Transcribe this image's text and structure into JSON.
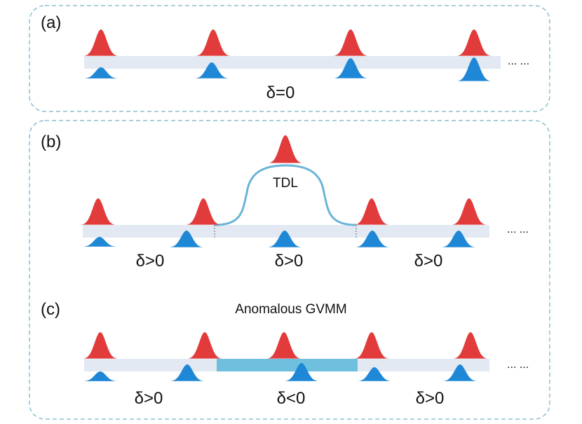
{
  "colors": {
    "red_pulse": "#e23b3b",
    "blue_pulse": "#1f88d6",
    "waveguide": "#e2e9f2",
    "gvmm_section": "#6fc0de",
    "tdl_loop": "#6ab5d8",
    "panel_border": "#8fbdd2"
  },
  "panel_a": {
    "label": "(a)",
    "delta": "δ=0",
    "ellipsis": "... ..."
  },
  "panel_b": {
    "label": "(b)",
    "loop_label": "TDL",
    "delta_left": "δ>0",
    "delta_mid": "δ>0",
    "delta_right": "δ>0",
    "ellipsis": "... ..."
  },
  "panel_c": {
    "label": "(c)",
    "title": "Anomalous GVMM",
    "delta_left": "δ>0",
    "delta_mid": "δ<0",
    "delta_right": "δ>0",
    "ellipsis": "... ..."
  }
}
